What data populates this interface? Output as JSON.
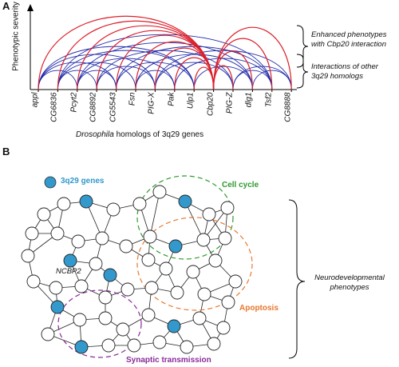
{
  "panel_a": {
    "letter": "A",
    "y_axis_label": "Phenotypic severity",
    "x_axis_label_italic": "Drosophila",
    "x_axis_label_rest": " homologs of 3q29 genes",
    "genes": [
      "appl",
      "CG6836",
      "Pcyt2",
      "CG8892",
      "CG5543",
      "Fsn",
      "PIG-X",
      "Pak",
      "Ulp1",
      "Cbp20",
      "PIG-Z",
      "dlg1",
      "Tsf2",
      "CG8888"
    ],
    "annotation_enhanced": [
      "Enhanced phenotypes",
      "with Cbp20 interaction"
    ],
    "annotation_other": [
      "Interactions of other",
      "3q29 homologs"
    ],
    "colors": {
      "cbp20_interactions": "#dd1f2a",
      "other_interactions": "#1f2aa8"
    }
  },
  "panel_b": {
    "letter": "B",
    "legend_label": "3q29 genes",
    "node_label": "NCBP2",
    "cell_cycle_label": "Cell cycle",
    "apoptosis_label": "Apoptosis",
    "synaptic_label": "Synaptic transmission",
    "phenotype_label": [
      "Neurodevelopmental",
      "phenotypes"
    ],
    "colors": {
      "highlight_node": "#3399cc",
      "cell_cycle": "#2e9a2e",
      "apoptosis": "#e8782e",
      "synaptic": "#8a2b9a"
    }
  }
}
